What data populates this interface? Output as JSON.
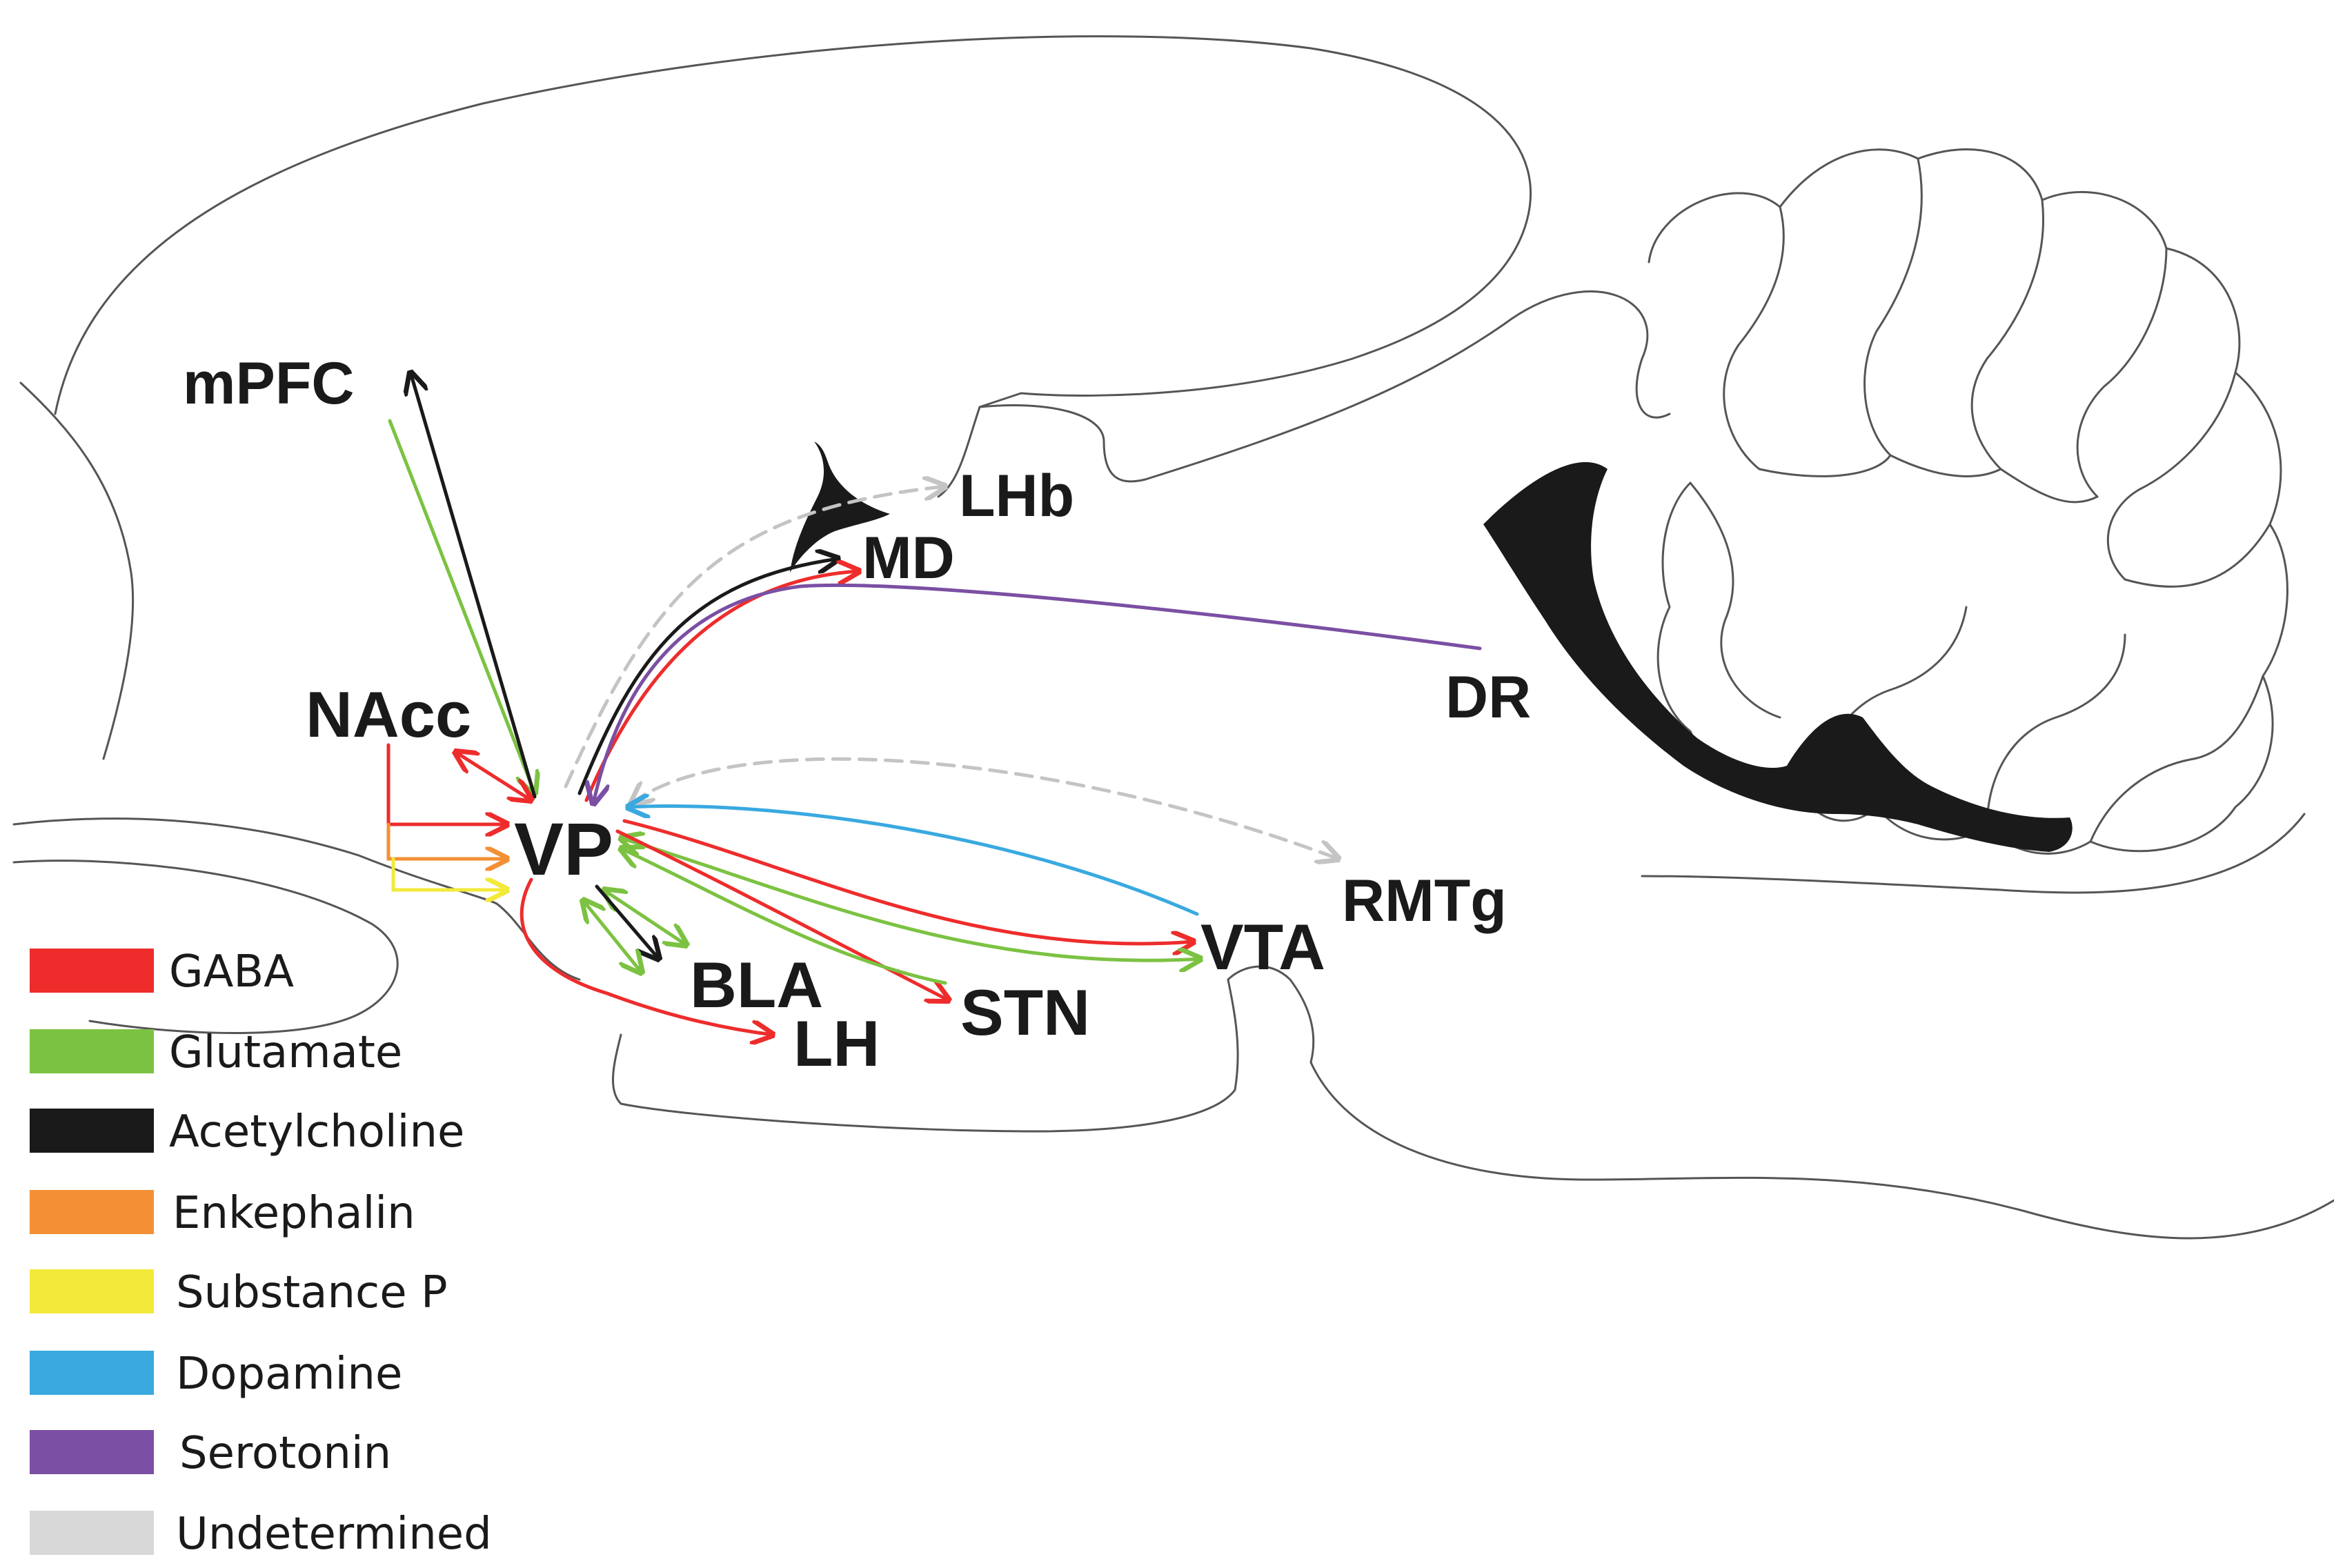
{
  "regions": {
    "mpfc": "mPFC",
    "lhb": "LHb",
    "md": "MD",
    "nacc": "NAcc",
    "dr": "DR",
    "vp": "VP",
    "rmtg": "RMTg",
    "vta": "VTA",
    "bla": "BLA",
    "stn": "STN",
    "lh": "LH"
  },
  "legend": [
    {
      "label": "GABA",
      "color": "#ee2c2c"
    },
    {
      "label": "Glutamate",
      "color": "#7cc242"
    },
    {
      "label": "Acetylcholine",
      "color": "#1a1a1a"
    },
    {
      "label": "Enkephalin",
      "color": "#f39035"
    },
    {
      "label": "Substance P",
      "color": "#f2e93a"
    },
    {
      "label": "Dopamine",
      "color": "#39a9e0"
    },
    {
      "label": "Serotonin",
      "color": "#7b4fa3"
    },
    {
      "label": "Undetermined",
      "color": "#d8d8d8"
    }
  ],
  "colors": {
    "gaba": "#ee2c2c",
    "glutamate": "#7cc242",
    "acetylcholine": "#1a1a1a",
    "enkephalin": "#f39035",
    "substance_p": "#f2e93a",
    "dopamine": "#39a9e0",
    "serotonin": "#7b4fa3",
    "undetermined": "#c4c4c4",
    "outline": "#555555",
    "ventricle": "#1a1a1a"
  }
}
